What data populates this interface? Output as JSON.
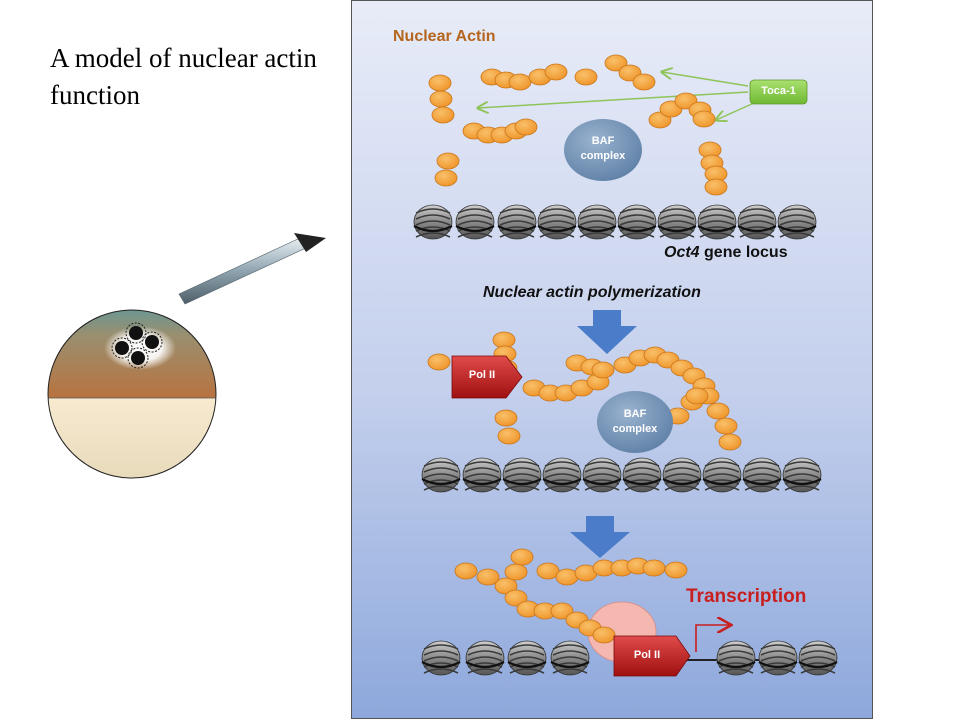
{
  "slide": {
    "title": "A model of nuclear actin function"
  },
  "diagram": {
    "top_label": "Nuclear Actin",
    "toca_label": "Toca-1",
    "baf_line1": "BAF",
    "baf_line2": "complex",
    "gene_locus_italic": "Oct4",
    "gene_locus_rest": " gene locus",
    "step_label": "Nuclear actin polymerization",
    "polii_label": "Pol II",
    "transcription_label": "Transcription"
  },
  "colors": {
    "actin": "#f2a23b",
    "actin_stroke": "#c9751a",
    "baf": "#6f8fb3",
    "toca": "#8cd04c",
    "polii": "#c81e1e",
    "panel_top": "#e6ebf7",
    "panel_bottom": "#8fa8dc",
    "arrow_blue": "#4a7cc9",
    "transcription_text": "#c81e1e",
    "label_brown": "#b5651d"
  }
}
